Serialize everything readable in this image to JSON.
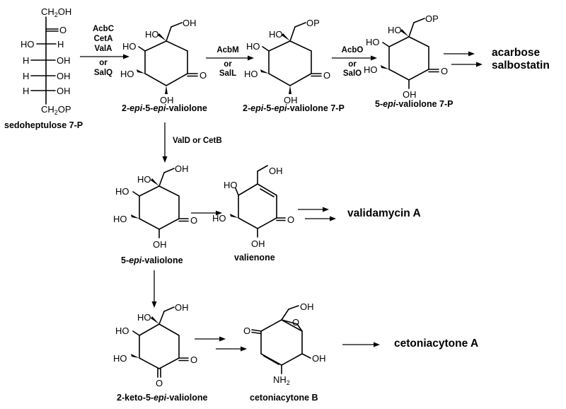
{
  "sedoheptulose": {
    "top_group": "CH",
    "top_sub": "2",
    "top_oh": "OH",
    "keto_o": "O",
    "rows": [
      {
        "left": "HO",
        "right": "H"
      },
      {
        "left": "H",
        "right": "OH"
      },
      {
        "left": "H",
        "right": "OH"
      },
      {
        "left": "H",
        "right": "OH"
      }
    ],
    "bottom_group": "CH",
    "bottom_sub": "2",
    "bottom_op": "OP",
    "name": "sedoheptulose 7-P"
  },
  "compounds": {
    "c1": {
      "name_prefix": "2-",
      "name_epi1": "epi",
      "name_mid": "-5-",
      "name_epi2": "epi",
      "name_suffix": "-valiolone"
    },
    "c2": {
      "name_prefix": "2-",
      "name_epi1": "epi",
      "name_mid": "-5-",
      "name_epi2": "epi",
      "name_suffix": "-valiolone 7-P"
    },
    "c3": {
      "name_prefix": "5-",
      "name_epi": "epi",
      "name_suffix": "-valiolone 7-P"
    },
    "c4": {
      "name_prefix": "5-",
      "name_epi": "epi",
      "name_suffix": "-valiolone"
    },
    "c5": {
      "name": "valienone"
    },
    "c6": {
      "name_prefix": "2-keto-5-",
      "name_epi": "epi",
      "name_suffix": "-valiolone"
    },
    "c7": {
      "name": "cetoniacytone B"
    }
  },
  "labels": {
    "ho": "HO",
    "oh": "OH",
    "o": "O",
    "op": "OP",
    "nh": "NH",
    "nh_sub": "2"
  },
  "enzymes": {
    "step1": [
      "AcbC",
      "CetA",
      "ValA",
      "or",
      "SalQ"
    ],
    "step2": [
      "AcbM",
      "or",
      "SalL"
    ],
    "step3": [
      "AcbO",
      "or",
      "SalO"
    ],
    "step4": "ValD or CetB"
  },
  "products": {
    "acarbose": "acarbose",
    "salbostatin": "salbostatin",
    "validamycin": "validamycin A",
    "cetoniacytone": "cetoniacytone A"
  }
}
